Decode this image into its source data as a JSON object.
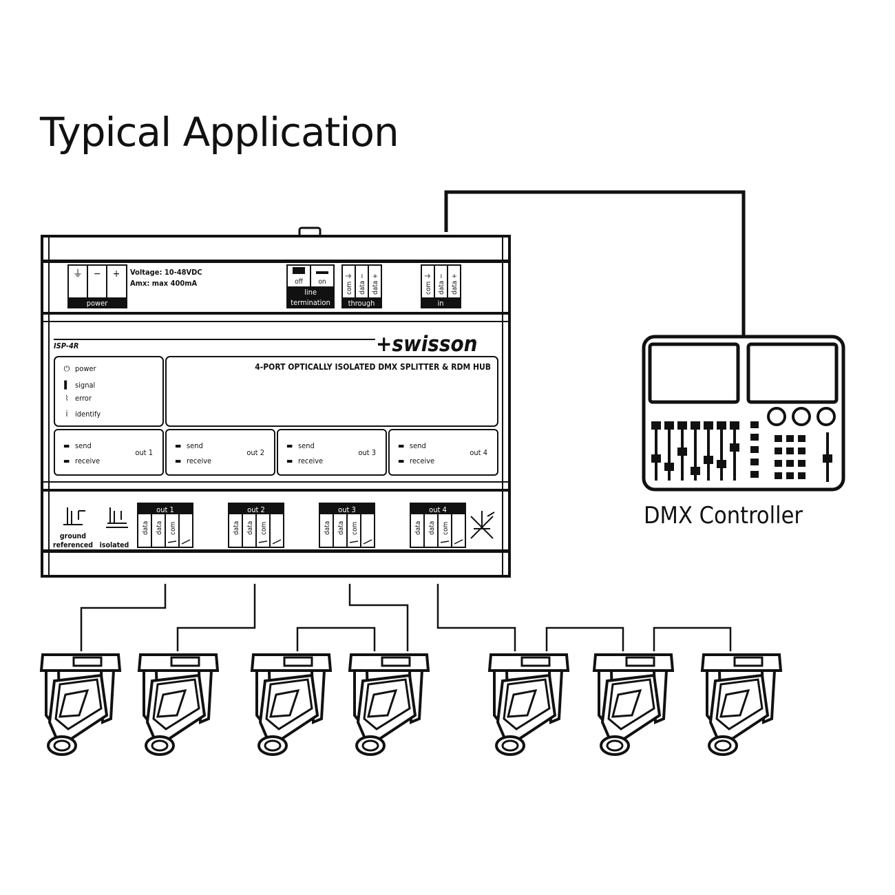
{
  "title": "Typical Application",
  "device": {
    "model": "ISP-4R",
    "brand": "+swisson",
    "description": "4-PORT OPTICALLY ISOLATED DMX SPLITTER & RDM HUB",
    "voltage": "Voltage: 10-48VDC",
    "current": "Amx: max 400mA",
    "power_label": "power",
    "power_terminals": [
      "⏚",
      "−",
      "+"
    ],
    "termination": {
      "off": "off",
      "on": "on",
      "label_line1": "line",
      "label_line2": "termination"
    },
    "through": {
      "label": "through",
      "pins": [
        "com ⏚",
        "data −",
        "data +"
      ]
    },
    "in": {
      "label": "in",
      "pins": [
        "com ⏚",
        "data −",
        "data +"
      ]
    },
    "leds": [
      {
        "icon": "⏻",
        "label": "power"
      },
      {
        "icon": "▌",
        "label": "signal"
      },
      {
        "icon": "⌇",
        "label": "error"
      },
      {
        "icon": "i",
        "label": "identify"
      }
    ],
    "out_panels": [
      {
        "send": "send",
        "receive": "receive",
        "name": "out 1"
      },
      {
        "send": "send",
        "receive": "receive",
        "name": "out 2"
      },
      {
        "send": "send",
        "receive": "receive",
        "name": "out 3"
      },
      {
        "send": "send",
        "receive": "receive",
        "name": "out 4"
      }
    ],
    "ground_referenced": [
      "ground",
      "referenced"
    ],
    "isolated": "isolated",
    "out_terminals": [
      {
        "name": "out 1",
        "pins": [
          "data",
          "data",
          "com"
        ]
      },
      {
        "name": "out 2",
        "pins": [
          "data",
          "data",
          "com"
        ]
      },
      {
        "name": "out 3",
        "pins": [
          "data",
          "data",
          "com"
        ]
      },
      {
        "name": "out 4",
        "pins": [
          "data",
          "data",
          "com"
        ]
      }
    ]
  },
  "controller": {
    "label": "DMX Controller"
  }
}
